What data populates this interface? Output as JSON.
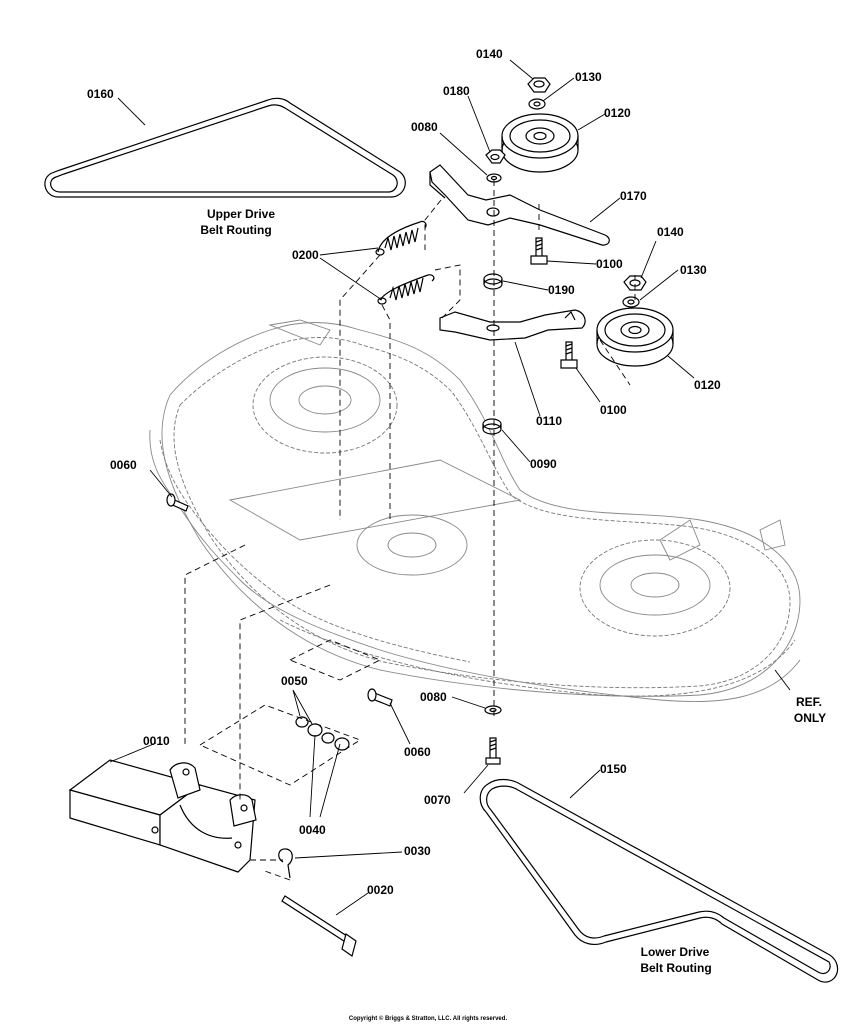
{
  "diagram": {
    "labels": {
      "p0140a": "0140",
      "p0130a": "0130",
      "p0120a": "0120",
      "p0180": "0180",
      "p0080a": "0080",
      "p0160": "0160",
      "p0170": "0170",
      "p0100a": "0100",
      "p0200": "0200",
      "p0190": "0190",
      "p0140b": "0140",
      "p0130b": "0130",
      "p0120b": "0120",
      "p0100b": "0100",
      "p0110": "0110",
      "p0090": "0090",
      "p0060a": "0060",
      "p0050": "0050",
      "p0080b": "0080",
      "p0060b": "0060",
      "p0010": "0010",
      "p0040": "0040",
      "p0070": "0070",
      "p0150": "0150",
      "p0030": "0030",
      "p0020": "0020"
    },
    "notes": {
      "upper_line1": "Upper Drive",
      "upper_line2": "Belt Routing",
      "lower_line1": "Lower Drive",
      "lower_line2": "Belt Routing",
      "ref_line1": "REF.",
      "ref_line2": "ONLY"
    },
    "copyright": "Copyright © Briggs & Stratton, LLC. All rights reserved."
  }
}
